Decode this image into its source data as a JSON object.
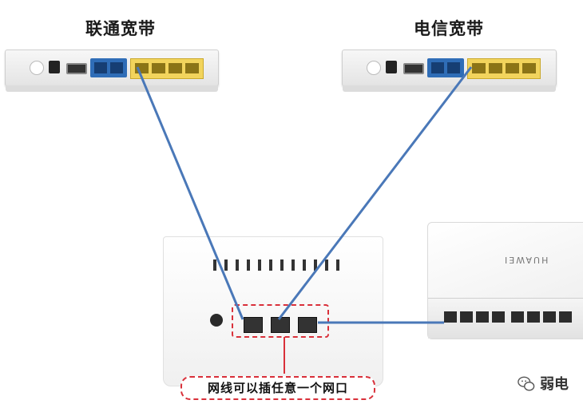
{
  "labels": {
    "unicom": "联通宽带",
    "telecom": "电信宽带"
  },
  "router": {
    "callout": "网线可以插任意一个网口"
  },
  "switch": {
    "brand": "HUAWEI"
  },
  "watermark": {
    "text": "弱电",
    "icon": "wechat-icon"
  },
  "colors": {
    "cable": "#4a78b8",
    "dashed_highlight": "#d9303a",
    "wan_ports": "#2f6db7",
    "lan_ports": "#f2d45c"
  }
}
